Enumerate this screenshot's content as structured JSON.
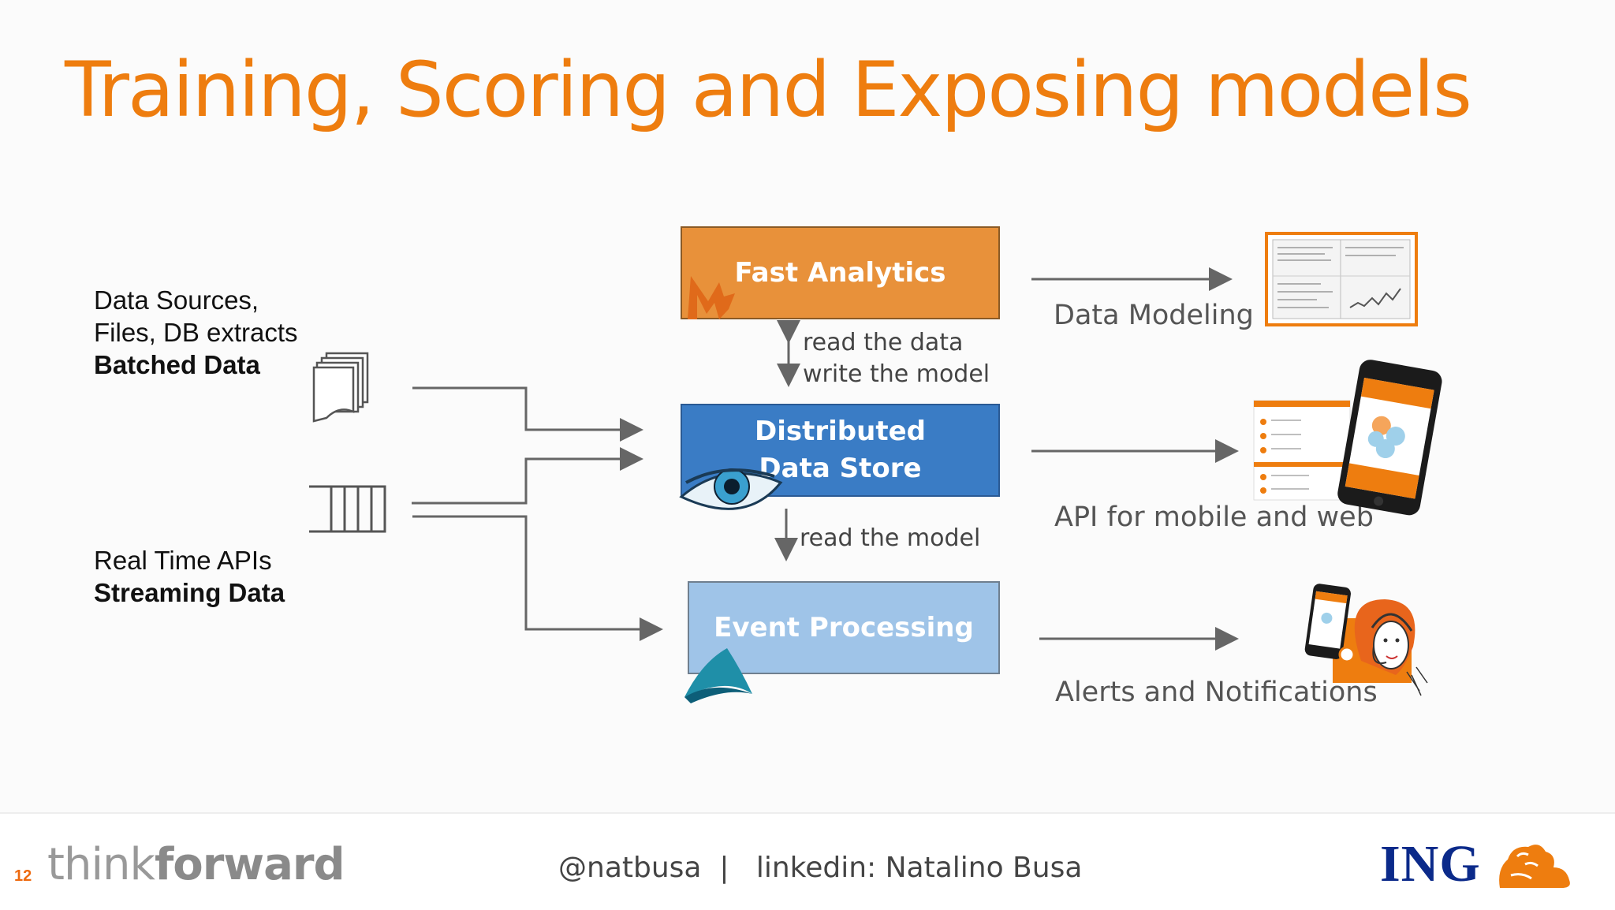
{
  "title": "Training, Scoring and Exposing models",
  "sources": {
    "batched_line1": "Data Sources,",
    "batched_line2": "Files, DB extracts",
    "batched_bold": "Batched Data",
    "streaming_line1": "Real Time APIs",
    "streaming_bold": "Streaming Data"
  },
  "boxes": {
    "fast_analytics": "Fast Analytics",
    "distributed_store": "Distributed\nData Store",
    "event_processing": "Event Processing"
  },
  "arrows": {
    "read_data": "read the data",
    "write_model": "write the model",
    "read_model": "read the model"
  },
  "outputs": {
    "modeling": "Data Modeling",
    "api": "API for mobile and web",
    "alerts": "Alerts and Notifications"
  },
  "colors": {
    "title": "#ee7d0f",
    "fast_analytics": "#e8913a",
    "distributed_store": "#3a7cc5",
    "event_processing": "#9fc4e8"
  },
  "icons": [
    "document-stack-icon",
    "queue-icon",
    "spark-logo-icon",
    "cassandra-eye-icon",
    "akka-logo-icon",
    "rstudio-screenshot",
    "mobile-phone-icon",
    "call-center-agent-icon",
    "ing-lion-logo"
  ],
  "footer": {
    "page_number": "12",
    "brand_light": "think",
    "brand_bold": "forward",
    "credits": "@natbusa  |   linkedin: Natalino Busa",
    "logo": "ING"
  }
}
